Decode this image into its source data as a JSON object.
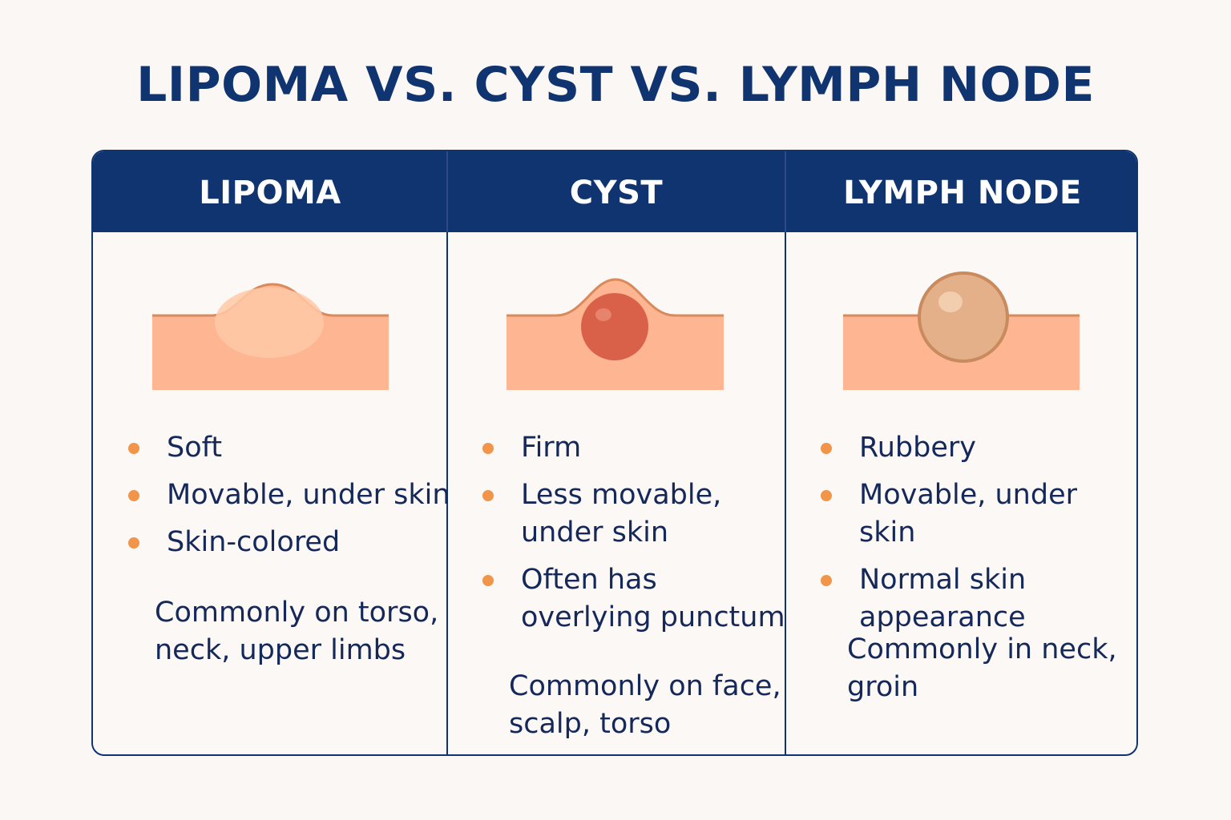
{
  "title": "LIPOMA VS. CYST VS. LYMPH NODE",
  "colors": {
    "navy": "#0f3470",
    "skin": "#fdb592",
    "skin_outline": "#d98a5c",
    "bullet": "#f0954a",
    "cyst_core": "#d9614a",
    "lymph_node": "#e4b089"
  },
  "columns": [
    {
      "header": "LIPOMA",
      "illustration": "lipoma-illustration",
      "bullets": [
        "Soft",
        "Movable, under skin",
        "Skin-colored"
      ],
      "note": "Commonly on torso,\nneck, upper limbs"
    },
    {
      "header": "CYST",
      "illustration": "cyst-illustration",
      "bullets": [
        "Firm",
        "Less movable,\nunder skin",
        "Often has\noverlying punctum"
      ],
      "note": "Commonly on face,\nscalp, torso"
    },
    {
      "header": "LYMPH NODE",
      "illustration": "lymph-node-illustration",
      "bullets": [
        "Rubbery",
        "Movable, under skin",
        "Normal skin\nappearance"
      ],
      "note": "Commonly in neck,\ngroin"
    }
  ]
}
